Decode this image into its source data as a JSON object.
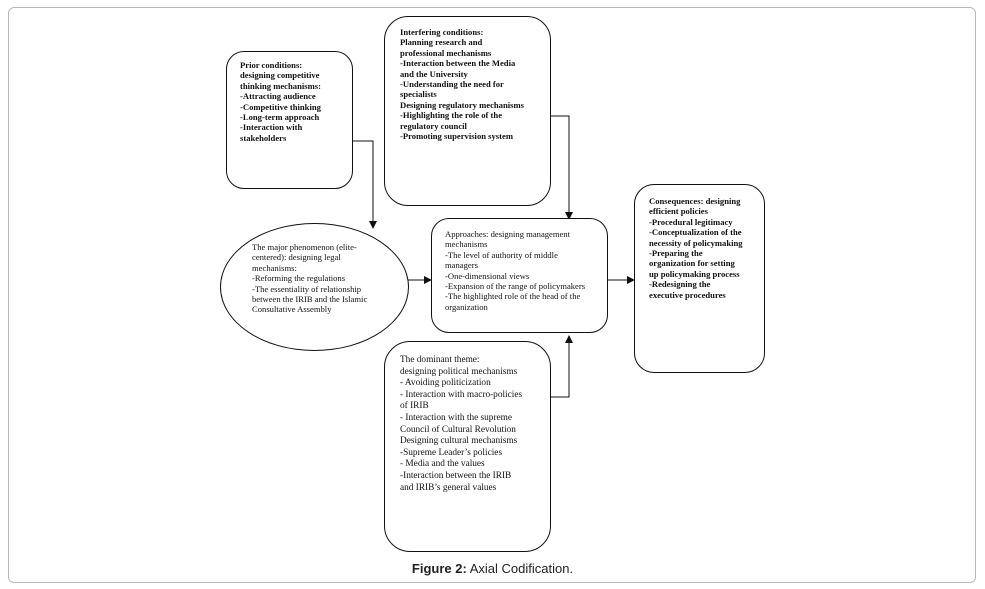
{
  "prior": {
    "text": "Prior conditions:\ndesigning competitive\nthinking mechanisms:\n-Attracting audience\n-Competitive thinking\n-Long-term approach\n-Interaction with\nstakeholders"
  },
  "interfering": {
    "text": "Interfering conditions:\nPlanning research and\nprofessional mechanisms\n-Interaction between the Media\nand the University\n-Understanding the need for\nspecialists\nDesigning regulatory mechanisms\n-Highlighting the role of the\nregulatory council\n-Promoting supervision system"
  },
  "phenomenon": {
    "text": "The major phenomenon (elite-\ncentered): designing legal\nmechanisms:\n-Reforming the regulations\n-The essentiality of relationship\nbetween the IRIB and the Islamic\nConsultative Assembly"
  },
  "approaches": {
    "text": "Approaches: designing management\nmechanisms\n-The level of authority of middle\nmanagers\n-One-dimensional views\n-Expansion of the range of policymakers\n-The highlighted role of the head of the\norganization"
  },
  "consequences": {
    "text": "Consequences: designing\nefficient policies\n-Procedural legitimacy\n-Conceptualization of the\nnecessity of policymaking\n-Preparing the\norganization for setting\nup policymaking process\n-Redesigning the\nexecutive procedures"
  },
  "dominant": {
    "text": "The dominant theme:\ndesigning political mechanisms\n- Avoiding politicization\n- Interaction with macro-policies\nof IRIB\n- Interaction with the supreme\nCouncil of Cultural Revolution\nDesigning cultural mechanisms\n-Supreme Leader’s policies\n- Media and the values\n-Interaction between the IRIB\nand IRIB’s general values"
  },
  "caption": {
    "label": "Figure 2:",
    "text": " Axial Codification."
  }
}
